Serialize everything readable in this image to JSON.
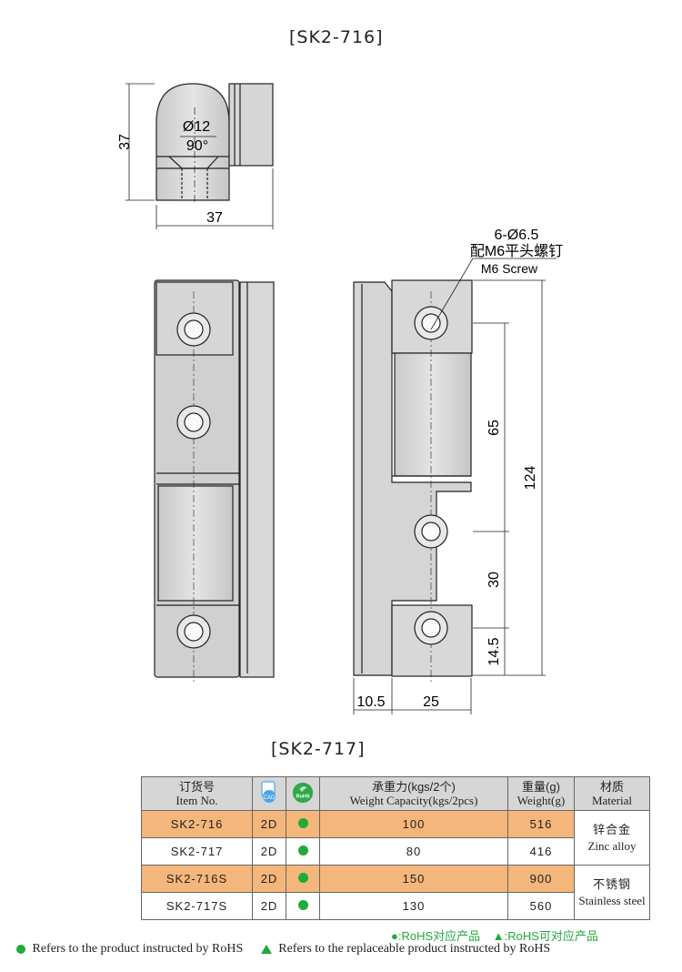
{
  "titles": {
    "top": "[SK2-716]",
    "bottom": "[SK2-717]"
  },
  "top_view": {
    "dim_height": "37",
    "dim_width": "37",
    "bore": "Ø12",
    "angle": "90°"
  },
  "front_view": {
    "hole_spec": "6-Ø6.5",
    "screw_cn": "配M6平头螺钉",
    "screw_en": "M6 Screw",
    "dims": {
      "d65": "65",
      "d124": "124",
      "d30": "30",
      "d14_5": "14.5",
      "d10_5": "10.5",
      "d25": "25"
    }
  },
  "table": {
    "headers": {
      "item_cn": "订货号",
      "item_en": "Item No.",
      "cad": "CAD",
      "rohs": "RoHS",
      "cap_cn": "承重力(kgs/2个)",
      "cap_en": "Weight Capacity(kgs/2pcs)",
      "wt_cn": "重量(g)",
      "wt_en": "Weight(g)",
      "mat_cn": "材质",
      "mat_en": "Material"
    },
    "rows": [
      {
        "item": "SK2-716",
        "cad": "2D",
        "cap": "100",
        "weight": "516"
      },
      {
        "item": "SK2-717",
        "cad": "2D",
        "cap": "80",
        "weight": "416"
      },
      {
        "item": "SK2-716S",
        "cad": "2D",
        "cap": "150",
        "weight": "900"
      },
      {
        "item": "SK2-717S",
        "cad": "2D",
        "cap": "130",
        "weight": "560"
      }
    ],
    "materials": [
      {
        "cn": "锌合金",
        "en": "Zinc alloy"
      },
      {
        "cn": "不锈钢",
        "en": "Stainless steel"
      }
    ]
  },
  "notes": {
    "rohs_cn": "●:RoHS对应产品",
    "replace_cn": "▲:RoHS可对应产品",
    "rohs_en": "Refers to the product instructed by RoHS",
    "replace_en": "Refers to the replaceable product instructed by RoHS"
  },
  "colors": {
    "green": "#1faa3a",
    "orange": "#f4b67a",
    "header_gray": "#d6d6d6",
    "part_gray": "#d3d3d3"
  }
}
